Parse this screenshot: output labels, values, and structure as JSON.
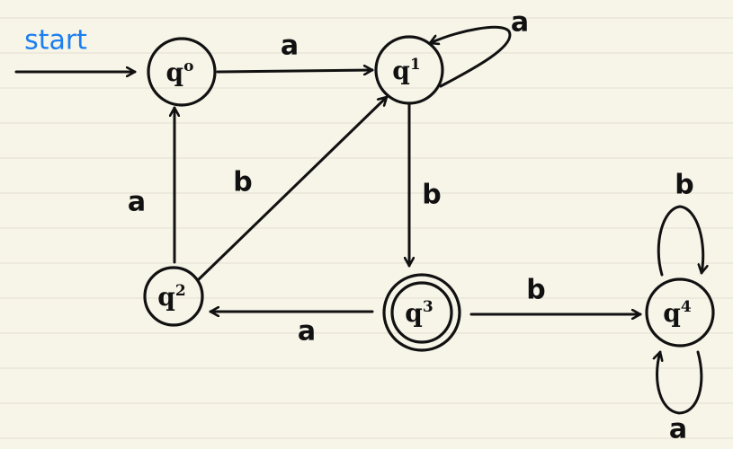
{
  "diagram": {
    "start_label": "start",
    "start_target": "q0",
    "states": [
      {
        "id": "q0",
        "letter": "q",
        "sub": "o",
        "accepting": false
      },
      {
        "id": "q1",
        "letter": "q",
        "sub": "1",
        "accepting": false
      },
      {
        "id": "q2",
        "letter": "q",
        "sub": "2",
        "accepting": false
      },
      {
        "id": "q3",
        "letter": "q",
        "sub": "3",
        "accepting": true
      },
      {
        "id": "q4",
        "letter": "q",
        "sub": "4",
        "accepting": false
      }
    ],
    "transitions": [
      {
        "from": "q0",
        "to": "q1",
        "symbol": "a"
      },
      {
        "from": "q1",
        "to": "q1",
        "symbol": "a"
      },
      {
        "from": "q1",
        "to": "q3",
        "symbol": "b"
      },
      {
        "from": "q2",
        "to": "q0",
        "symbol": "a"
      },
      {
        "from": "q2",
        "to": "q1",
        "symbol": "b"
      },
      {
        "from": "q3",
        "to": "q2",
        "symbol": "a"
      },
      {
        "from": "q3",
        "to": "q4",
        "symbol": "b"
      },
      {
        "from": "q4",
        "to": "q4",
        "symbol": "b"
      },
      {
        "from": "q4",
        "to": "q4",
        "symbol": "a"
      }
    ],
    "colors": {
      "ink": "#111111",
      "start_ink": "#1b7ff0",
      "paper": "#f7f4e8",
      "rule": "#e3ded0"
    }
  }
}
